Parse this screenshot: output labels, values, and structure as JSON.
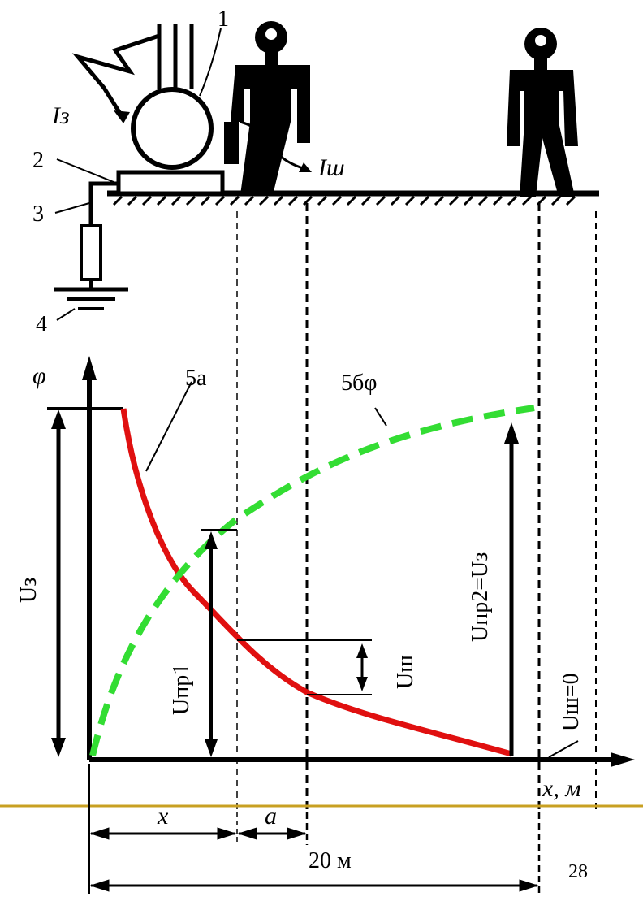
{
  "labels": {
    "n1": "1",
    "n2": "2",
    "n3": "3",
    "n4": "4",
    "current_ground": "Iз",
    "current_step": "Iш",
    "phi_axis": "φ",
    "x_axis": "x, м",
    "curve_red": "5а",
    "curve_green": "5бφ",
    "u_ground": "Uз",
    "u_touch1": "Uпр1",
    "u_touch2": "Uпр2=Uз",
    "u_step": "Uш",
    "u_step_zero": "Uш=0",
    "dim_x": "x",
    "dim_a": "a",
    "dim_20": "20 м"
  },
  "page_number": "28",
  "colors": {
    "red_curve": "#e01010",
    "green_curve": "#33dd33",
    "accent_line": "#c8a022",
    "ink": "#000000"
  }
}
